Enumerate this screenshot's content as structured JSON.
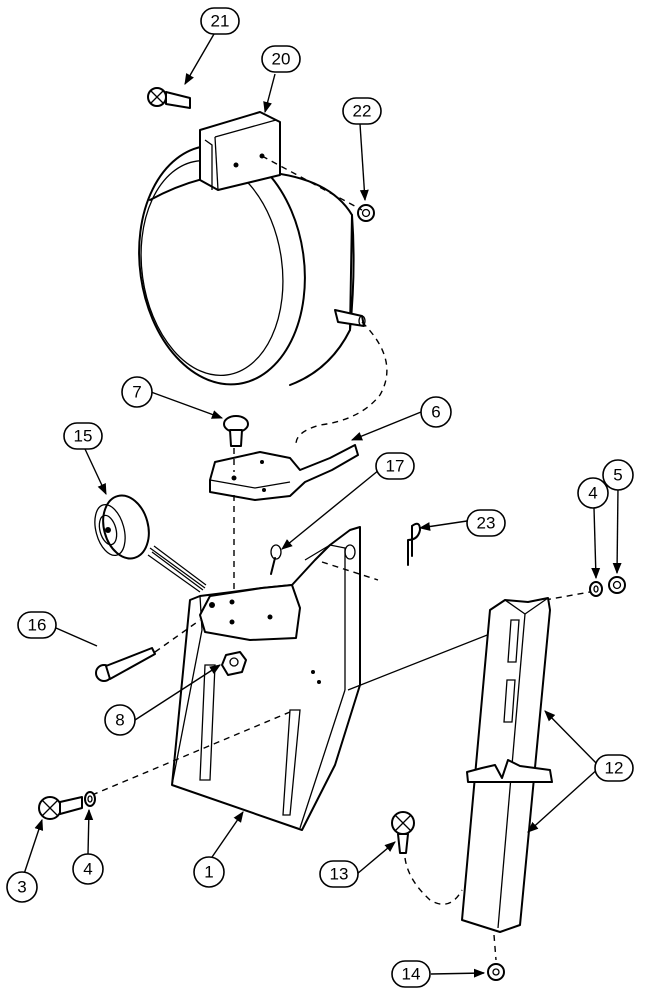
{
  "callouts": {
    "c1": "1",
    "c3": "3",
    "c4a": "4",
    "c4b": "4",
    "c5": "5",
    "c6": "6",
    "c7": "7",
    "c8": "8",
    "c12": "12",
    "c13": "13",
    "c14": "14",
    "c15": "15",
    "c16": "16",
    "c17": "17",
    "c20": "20",
    "c21": "21",
    "c22": "22",
    "c23": "23"
  }
}
